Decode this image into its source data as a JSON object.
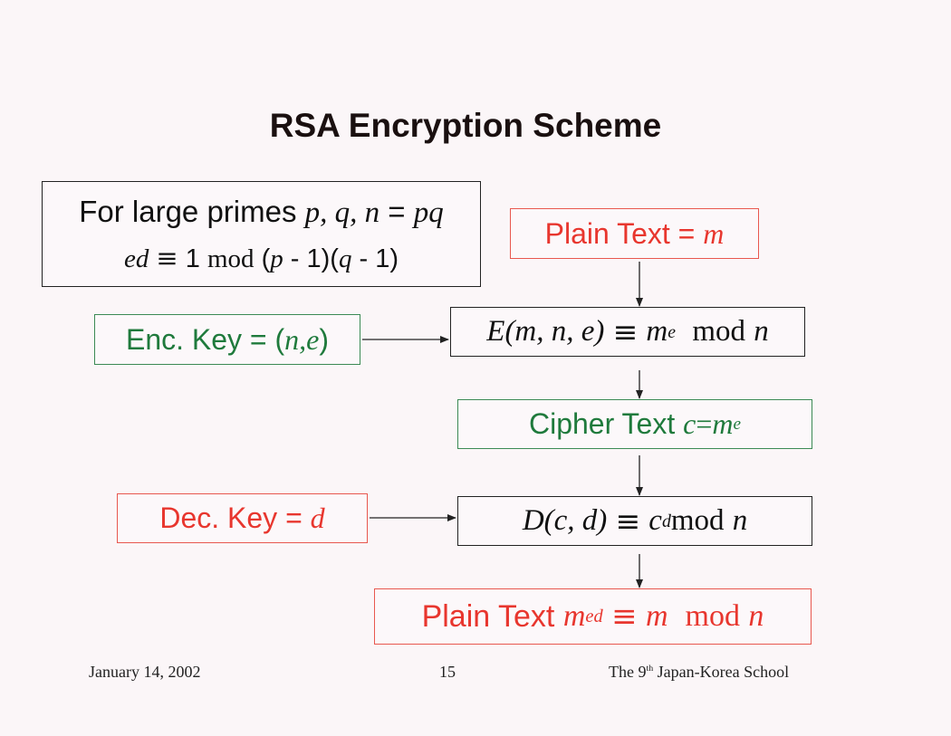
{
  "title": "RSA Encryption Scheme",
  "premise": {
    "line1_text": "For large primes ",
    "line1_math": "p, q, n",
    "line1_eq": " = ",
    "line1_pq": "pq",
    "line2_ed": "ed",
    "line2_congruent": "≡",
    "line2_one": " 1 ",
    "line2_mod": "mod",
    "line2_open": " (",
    "line2_p": "p",
    "line2_minus1": " - 1)(",
    "line2_q": "q",
    "line2_minus2": " - 1)"
  },
  "plain_text_top": {
    "label": "Plain Text = ",
    "var": "m"
  },
  "encryption_key": {
    "label": "Enc. Key = (",
    "var": "n,e",
    "close": ")"
  },
  "encryption_function": {
    "lhs": "E",
    "args": "(m, n, e)",
    "congruent": "≡",
    "base": "m",
    "exp": "e",
    "mod": "mod",
    "modulus": "n"
  },
  "cipher_text": {
    "label": "Cipher Text ",
    "var": "c",
    "eq": " = ",
    "base": "m",
    "exp": "e"
  },
  "decryption_key": {
    "label": "Dec. Key = ",
    "var": "d"
  },
  "decryption_function": {
    "lhs": "D",
    "args": "(c, d)",
    "congruent": "≡",
    "base": "c",
    "exp": "d",
    "mod": "mod",
    "modulus": "n"
  },
  "plain_text_bottom": {
    "label": "Plain Text ",
    "base": "m",
    "exp": "ed",
    "congruent": "≡",
    "result": "m",
    "mod": "mod",
    "modulus": "n"
  },
  "footer": {
    "date": "January 14, 2002",
    "page": "15",
    "school_prefix": "The 9",
    "school_sup": "th",
    "school_suffix": " Japan-Korea School"
  },
  "colors": {
    "red": "#e8362e",
    "green": "#1f7a3c",
    "background": "#fbf6f8"
  }
}
